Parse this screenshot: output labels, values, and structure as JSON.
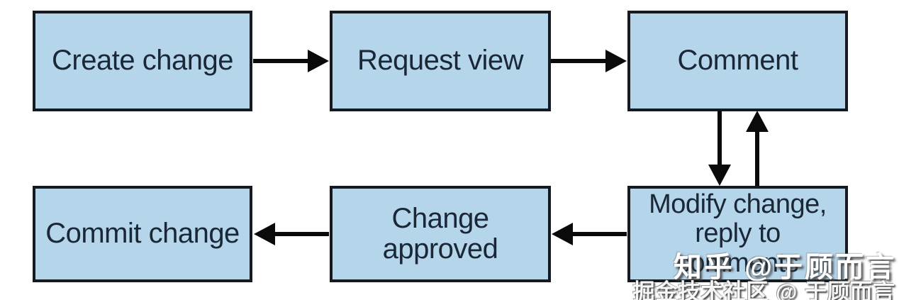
{
  "diagram": {
    "nodes": {
      "create_change": {
        "label": "Create change"
      },
      "request_view": {
        "label": "Request view"
      },
      "comment": {
        "label": "Comment"
      },
      "commit_change": {
        "label": "Commit change"
      },
      "change_approved": {
        "label": "Change approved"
      },
      "modify_change": {
        "label": "Modify change, reply to comments"
      }
    },
    "edges": [
      {
        "from": "create_change",
        "to": "request_view"
      },
      {
        "from": "request_view",
        "to": "comment"
      },
      {
        "from": "comment",
        "to": "modify_change"
      },
      {
        "from": "modify_change",
        "to": "comment"
      },
      {
        "from": "modify_change",
        "to": "change_approved"
      },
      {
        "from": "change_approved",
        "to": "commit_change"
      }
    ]
  },
  "watermark": {
    "zhihu": "知乎 @于顾而言",
    "juejin": "掘金技术社区 @ 于顾而言"
  },
  "colors": {
    "node_fill": "#b5d5ea",
    "node_border": "#151a21",
    "node_text": "#1a2737",
    "arrow": "#0a0a0a",
    "background": "#ffffff"
  }
}
